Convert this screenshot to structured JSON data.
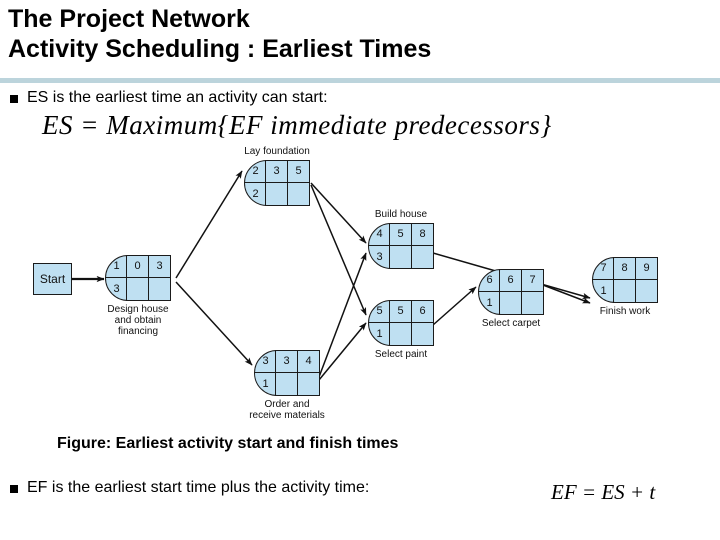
{
  "slide": {
    "title_lines": [
      "The Project Network",
      "Activity Scheduling : Earliest Times"
    ],
    "rule_color": "#bcd4dc"
  },
  "bullets": [
    {
      "id": "es",
      "text": "ES is the earliest time an activity can start:"
    },
    {
      "id": "ef",
      "text": "EF is the earliest start time plus the activity time:"
    }
  ],
  "formulas": {
    "es": "ES = Maximum{EF  immediate predecessors}",
    "ef": "EF = ES + t"
  },
  "figure": {
    "caption": "Figure:   Earliest activity start and finish times",
    "start_label": "Start",
    "node_fill": "#bfe0f2",
    "node_stroke": "#1b1b1b"
  },
  "chart_data": {
    "type": "diagram",
    "title": "Earliest activity start and finish times",
    "cell_meaning": [
      "ES",
      "activity number",
      "EF",
      "t (duration)"
    ],
    "nodes": [
      {
        "id": "start",
        "label": "Start",
        "kind": "terminal"
      },
      {
        "id": "design",
        "label": "Design house\nand obtain\nfinancing",
        "es": 1,
        "num": 0,
        "ef": 3,
        "t": 3
      },
      {
        "id": "layfound",
        "label": "Lay foundation",
        "es": 2,
        "num": 3,
        "ef": 5,
        "t": 2
      },
      {
        "id": "order",
        "label": "Order and\nreceive materials",
        "es": 3,
        "num": 3,
        "ef": 4,
        "t": 1
      },
      {
        "id": "build",
        "label": "Build house",
        "es": 4,
        "num": 5,
        "ef": 8,
        "t": 3
      },
      {
        "id": "paint",
        "label": "Select paint",
        "es": 5,
        "num": 5,
        "ef": 6,
        "t": 1
      },
      {
        "id": "carpet",
        "label": "Select carpet",
        "es": 6,
        "num": 6,
        "ef": 7,
        "t": 1
      },
      {
        "id": "finish",
        "label": "Finish work",
        "es": 7,
        "num": 8,
        "ef": 9,
        "t": 1
      }
    ],
    "edges": [
      {
        "from": "start",
        "to": "design"
      },
      {
        "from": "design",
        "to": "layfound"
      },
      {
        "from": "design",
        "to": "order"
      },
      {
        "from": "layfound",
        "to": "build"
      },
      {
        "from": "layfound",
        "to": "paint"
      },
      {
        "from": "order",
        "to": "build"
      },
      {
        "from": "order",
        "to": "paint"
      },
      {
        "from": "build",
        "to": "finish"
      },
      {
        "from": "paint",
        "to": "carpet"
      },
      {
        "from": "carpet",
        "to": "finish"
      }
    ]
  }
}
